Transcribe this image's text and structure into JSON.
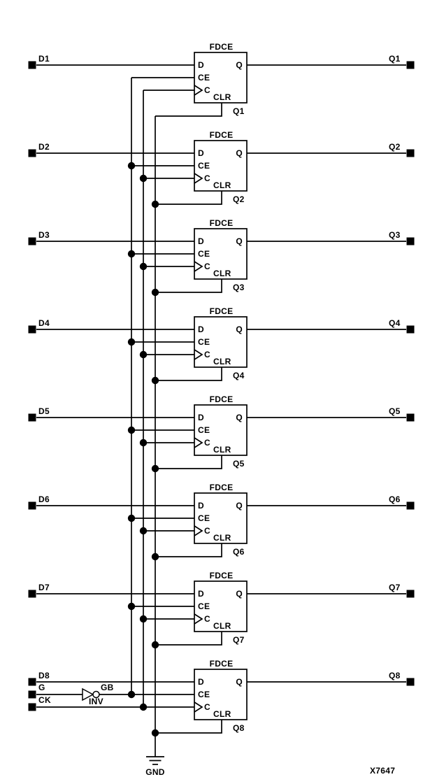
{
  "figure": {
    "watermark": "X7647",
    "background_color": "#ffffff",
    "line_color": "#000000"
  },
  "component": {
    "type": "FDCE",
    "pins": {
      "d": "D",
      "ce": "CE",
      "c": "C",
      "clr": "CLR",
      "q": "Q"
    }
  },
  "flip_flops": [
    {
      "title": "FDCE",
      "input": "D1",
      "output": "Q1",
      "instance": "Q1"
    },
    {
      "title": "FDCE",
      "input": "D2",
      "output": "Q2",
      "instance": "Q2"
    },
    {
      "title": "FDCE",
      "input": "D3",
      "output": "Q3",
      "instance": "Q3"
    },
    {
      "title": "FDCE",
      "input": "D4",
      "output": "Q4",
      "instance": "Q4"
    },
    {
      "title": "FDCE",
      "input": "D5",
      "output": "Q5",
      "instance": "Q5"
    },
    {
      "title": "FDCE",
      "input": "D6",
      "output": "Q6",
      "instance": "Q6"
    },
    {
      "title": "FDCE",
      "input": "D7",
      "output": "Q7",
      "instance": "Q7"
    },
    {
      "title": "FDCE",
      "input": "D8",
      "output": "Q8",
      "instance": "Q8"
    }
  ],
  "control": {
    "gate_input": "G",
    "inverter_label": "INV",
    "inverted_net": "GB",
    "clock_input": "CK",
    "ground_label": "GND"
  }
}
